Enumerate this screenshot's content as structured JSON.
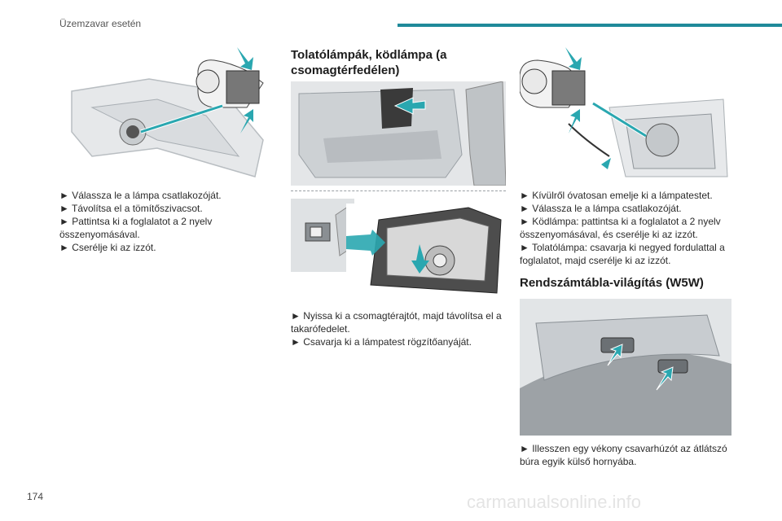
{
  "header": {
    "section_title": "Üzemzavar esetén"
  },
  "page_number": "174",
  "col1": {
    "items": [
      "► Válassza le a lámpa csatlakozóját.",
      "► Távolítsa el a tömítőszivacsot.",
      "► Pattintsa ki a foglalatot a 2 nyelv összenyomásával.",
      "► Cserélje ki az izzót."
    ]
  },
  "col2": {
    "heading": "Tolatólámpák, ködlámpa (a csomagtérfedélen)",
    "items": [
      "► Nyissa ki a csomagtérajtót, majd távolítsa el a takarófedelet.",
      "► Csavarja ki a lámpatest rögzítőanyáját."
    ]
  },
  "col3": {
    "items": [
      "► Kívülről óvatosan emelje ki a lámpatestet.",
      "► Válassza le a lámpa csatlakozóját.",
      "► Ködlámpa: pattintsa ki a foglalatot a 2 nyelv összenyomásával, és cserélje ki az izzót.",
      "► Tolatólámpa: csavarja ki negyed fordulattal a foglalatot, majd cserélje ki az izzót."
    ],
    "heading2": "Rendszámtábla-világítás (W5W)",
    "items2": [
      "► Illesszen egy vékony csavarhúzót az átlátszó búra egyik külső hornyába."
    ]
  },
  "watermark": "carmanualsonline.info",
  "colors": {
    "accent": "#1f8a9a",
    "arrow": "#2aa7b0"
  }
}
